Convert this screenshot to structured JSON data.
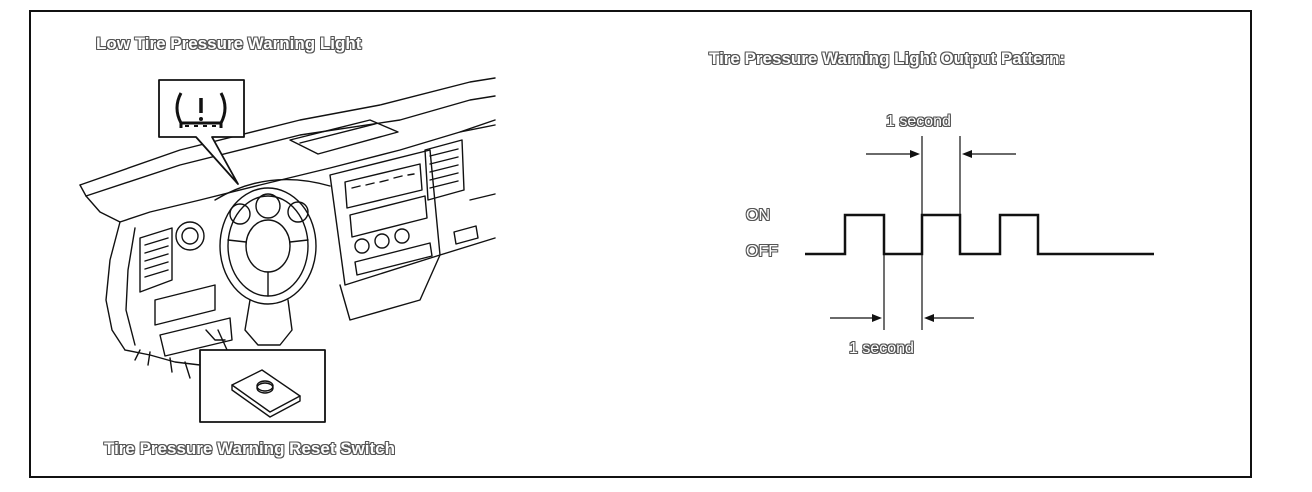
{
  "left_panel": {
    "title": "Low Tire Pressure Warning Light",
    "switch_label": "Tire Pressure Warning Reset Switch",
    "warning_icon": "tire-pressure-warning-icon"
  },
  "right_panel": {
    "title": "Tire Pressure Warning Light Output Pattern:",
    "on_label": "ON",
    "off_label": "OFF",
    "top_interval_label": "1 second",
    "bottom_interval_label": "1 second"
  },
  "colors": {
    "line": "#111111",
    "outline_text": "#555555"
  }
}
